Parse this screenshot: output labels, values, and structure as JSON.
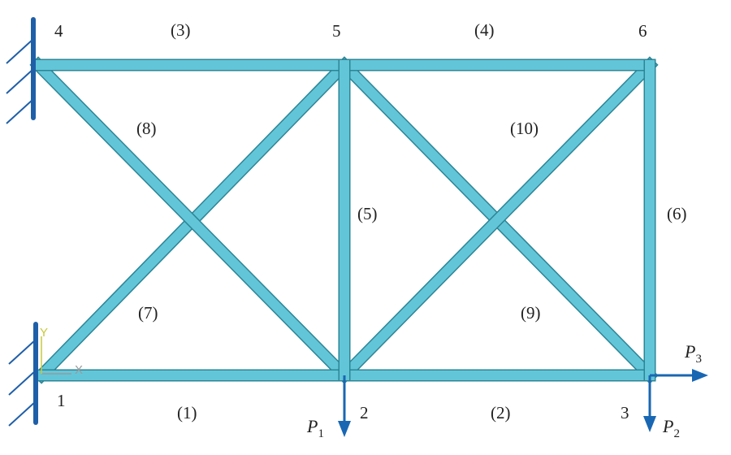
{
  "nodes": [
    {
      "id": "1",
      "label": "1"
    },
    {
      "id": "2",
      "label": "2"
    },
    {
      "id": "3",
      "label": "3"
    },
    {
      "id": "4",
      "label": "4"
    },
    {
      "id": "5",
      "label": "5"
    },
    {
      "id": "6",
      "label": "6"
    }
  ],
  "elements": [
    {
      "id": "e1",
      "label": "(1)",
      "from": "1",
      "to": "2"
    },
    {
      "id": "e2",
      "label": "(2)",
      "from": "2",
      "to": "3"
    },
    {
      "id": "e3",
      "label": "(3)",
      "from": "4",
      "to": "5"
    },
    {
      "id": "e4",
      "label": "(4)",
      "from": "5",
      "to": "6"
    },
    {
      "id": "e5",
      "label": "(5)",
      "from": "2",
      "to": "5"
    },
    {
      "id": "e6",
      "label": "(6)",
      "from": "3",
      "to": "6"
    },
    {
      "id": "e7",
      "label": "(7)",
      "from": "1",
      "to": "5"
    },
    {
      "id": "e8",
      "label": "(8)",
      "from": "4",
      "to": "2"
    },
    {
      "id": "e9",
      "label": "(9)",
      "from": "5",
      "to": "3"
    },
    {
      "id": "e10",
      "label": "(10)",
      "from": "2",
      "to": "6"
    }
  ],
  "loads": [
    {
      "id": "P1",
      "symbol": "P",
      "subscript": "1",
      "node": "2",
      "direction": "down"
    },
    {
      "id": "P2",
      "symbol": "P",
      "subscript": "2",
      "node": "3",
      "direction": "down"
    },
    {
      "id": "P3",
      "symbol": "P",
      "subscript": "3",
      "node": "3",
      "direction": "right"
    }
  ],
  "supports": [
    {
      "node": "1",
      "type": "fixed-wall"
    },
    {
      "node": "4",
      "type": "fixed-wall"
    }
  ],
  "axes": {
    "x_label": "X",
    "y_label": "Y"
  },
  "colors": {
    "member_fill": "#62c6d8",
    "member_stroke": "#2d8596",
    "arrow": "#1967b3",
    "support": "#1f5fa8",
    "axis_x": "#9a9a9a",
    "axis_y": "#c8c93a"
  }
}
